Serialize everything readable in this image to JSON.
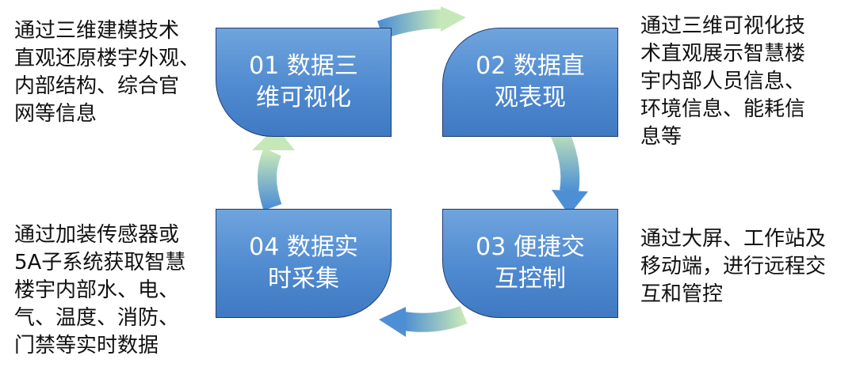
{
  "steps": [
    {
      "label": [
        "01 数据三",
        "维可视化"
      ]
    },
    {
      "label": [
        "02 数据直",
        "观表现"
      ]
    },
    {
      "label": [
        "03 便捷交",
        "互控制"
      ]
    },
    {
      "label": [
        "04 数据实",
        "时采集"
      ]
    }
  ],
  "descriptions": {
    "top_left": [
      "通过三维建模技术",
      "直观还原楼宇外观、",
      "内部结构、综合官",
      "网等信息"
    ],
    "top_right": [
      "通过三维可视化技",
      "术直观展示智慧楼",
      "宇内部人员信息、",
      "环境信息、能耗信",
      "息等"
    ],
    "bottom_right": [
      "通过大屏、工作站及",
      "移动端，进行远程交",
      "互和管控"
    ],
    "bottom_left": [
      "通过加装传感器或",
      "5A子系统获取智慧",
      "楼宇内部水、电、",
      "气、温度、消防、",
      "门禁等实时数据"
    ]
  },
  "colors": {
    "card_top": "#6fa4dd",
    "card_bottom": "#3f79c2",
    "card_border": "#1f3e6e",
    "arrow_blue": "#4d8fd4",
    "arrow_green": "#c6e8b8"
  }
}
